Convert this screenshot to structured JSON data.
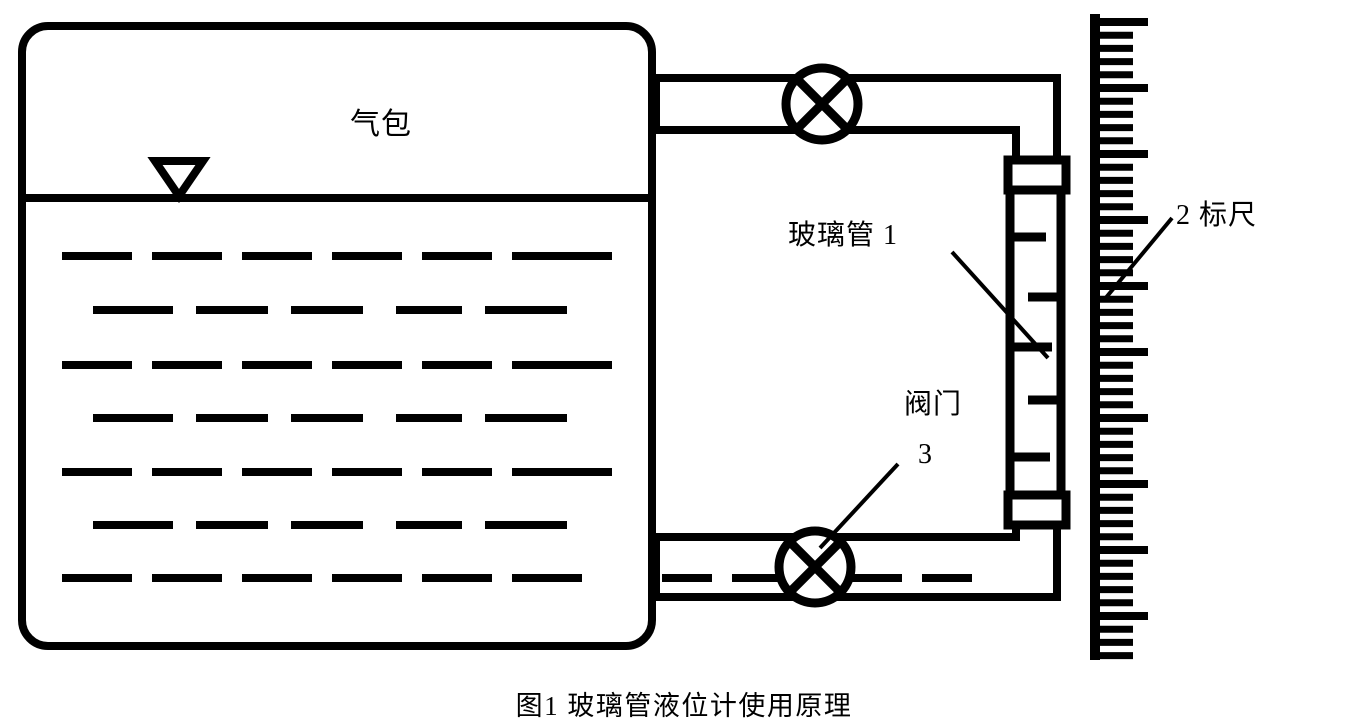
{
  "figure": {
    "caption": "图1    玻璃管液位计使用原理",
    "caption_id": "图1",
    "caption_title": "玻璃管液位计使用原理",
    "background_color": "#ffffff",
    "ink_color": "#000000"
  },
  "labels": {
    "drum": "气包",
    "glass_tube": "玻璃管 1",
    "valve": "阀门",
    "valve_number": "3",
    "scale": "2 标尺"
  },
  "components": {
    "drum": {
      "name": "气包",
      "description": "液体容器，左侧大圆角矩形罐体",
      "water_level_marker": "倒三角液位标记"
    },
    "glass_tube": {
      "name": "玻璃管",
      "index": "1",
      "fittings": "上下两处法兰压盖",
      "internal_marks": 5
    },
    "valve_top": {
      "name": "阀门",
      "symbol": "circle-x-valve",
      "position": "上部连通管"
    },
    "valve_bottom": {
      "name": "阀门",
      "index": "3",
      "symbol": "circle-x-valve",
      "position": "下部连通管"
    },
    "scale_ruler": {
      "name": "标尺",
      "index": "2",
      "tick_count": 49,
      "major_tick_every": 5
    }
  },
  "chart_data": {
    "type": "diagram",
    "title": "图1    玻璃管液位计使用原理",
    "annotations": [
      {
        "text": "气包",
        "target": "drum"
      },
      {
        "text": "玻璃管 1",
        "target": "glass-tube"
      },
      {
        "text": "阀门",
        "target": "valve-bottom"
      },
      {
        "text": "3",
        "target": "valve-bottom"
      },
      {
        "text": "2 标尺",
        "target": "scale-ruler"
      }
    ]
  }
}
